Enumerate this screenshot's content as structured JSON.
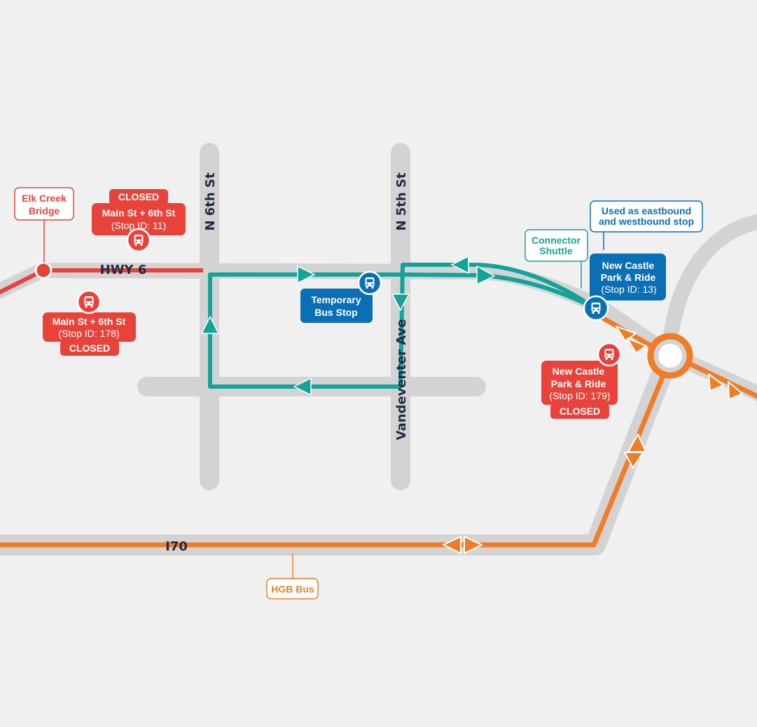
{
  "colors": {
    "background": "#f0f0f0",
    "road": "#d3d3d4",
    "closed_red": "#e8423a",
    "shuttle_teal": "#12a39a",
    "hgb_orange": "#f07c28",
    "stop_blue": "#0a6fb5",
    "road_text": "#1f2a44"
  },
  "roads": {
    "n6th": "N 6th St",
    "n5th": "N 5th St",
    "vandeventer": "Vandeventer Ave",
    "hwy6": "HWY 6",
    "i70": "I70"
  },
  "elk_creek": {
    "line1": "Elk Creek",
    "line2": "Bridge"
  },
  "stop_11": {
    "status": "CLOSED",
    "name": "Main St + 6th St",
    "stop_id": "(Stop ID: 11)",
    "icon": "bus-icon"
  },
  "stop_178": {
    "name": "Main St + 6th St",
    "stop_id": "(Stop ID: 178)",
    "status": "CLOSED",
    "icon": "bus-icon"
  },
  "temporary_stop": {
    "line1": "Temporary",
    "line2": "Bus Stop",
    "icon": "bus-icon"
  },
  "connector_shuttle": {
    "line1": "Connector",
    "line2": "Shuttle"
  },
  "used_note": {
    "line1": "Used as eastbound",
    "line2": "and westbound stop"
  },
  "stop_13": {
    "line1": "New Castle",
    "line2": "Park & Ride",
    "stop_id": "(Stop ID: 13)",
    "icon": "bus-icon"
  },
  "stop_179": {
    "line1": "New Castle",
    "line2": "Park & Ride",
    "stop_id": "(Stop ID: 179)",
    "status": "CLOSED",
    "icon": "bus-icon"
  },
  "hgb_bus": {
    "label": "HGB Bus"
  }
}
